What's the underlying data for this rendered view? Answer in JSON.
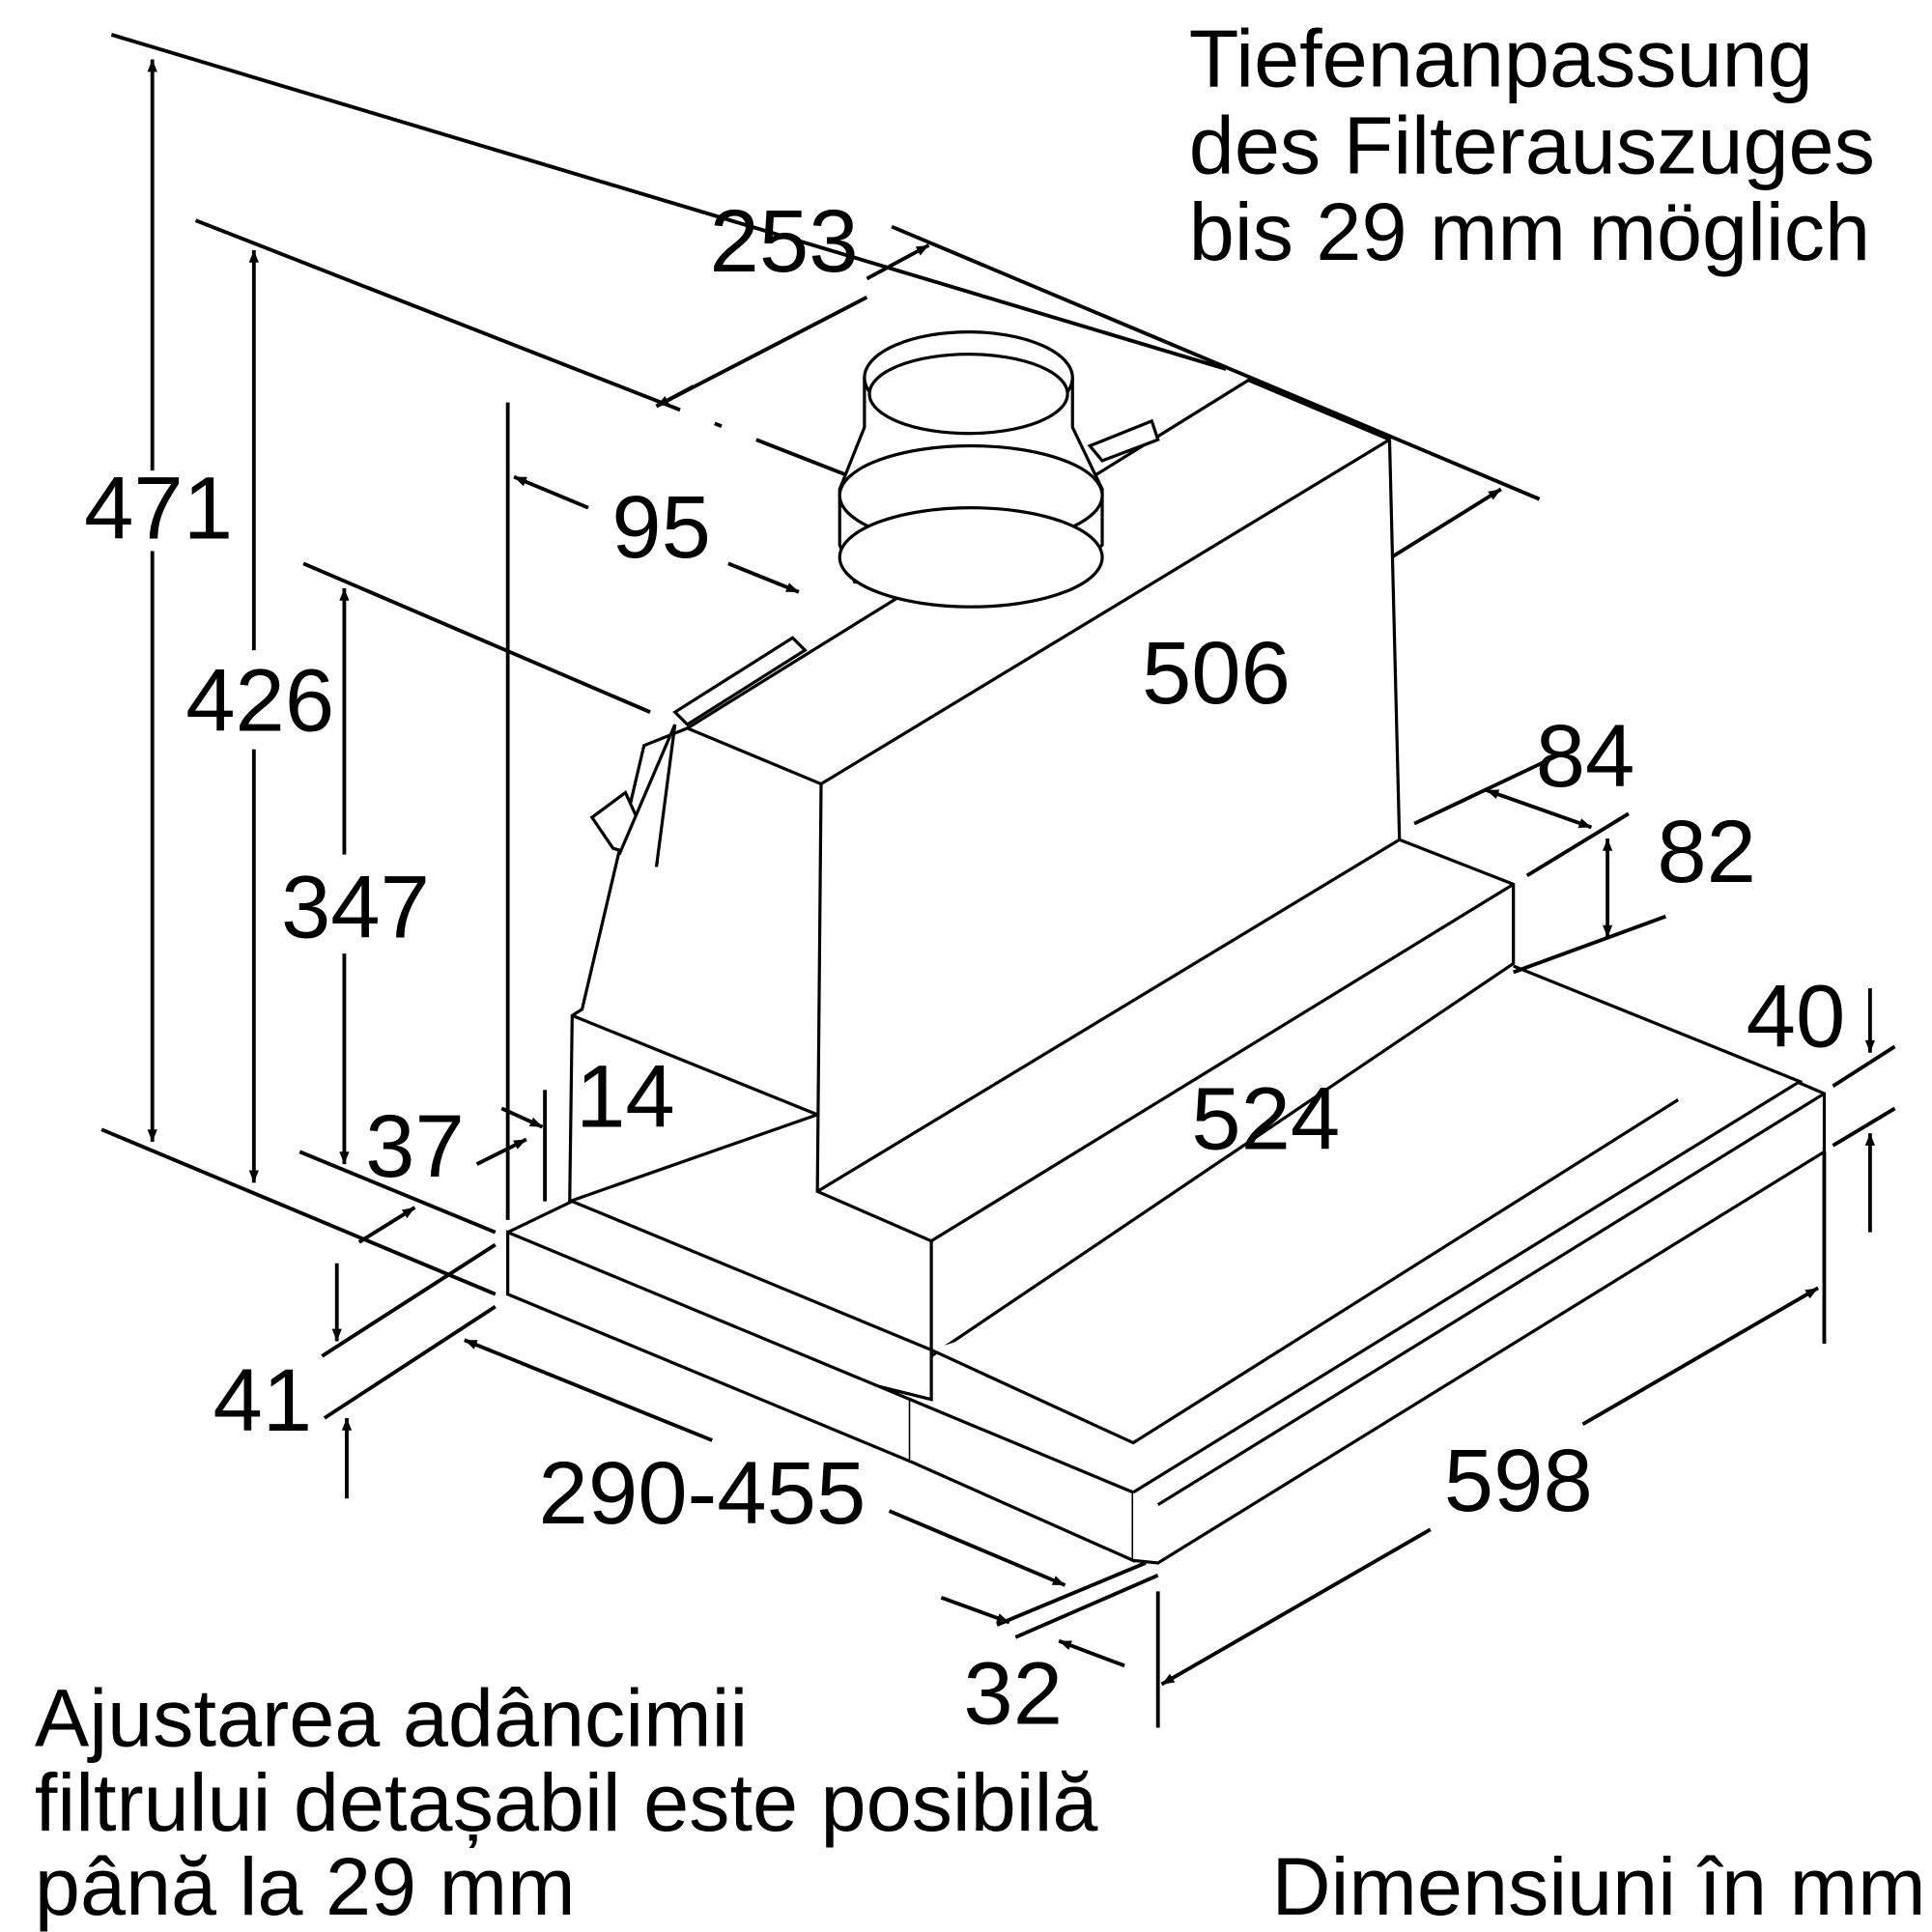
{
  "dimensions": {
    "d471": "471",
    "d426": "426",
    "d347": "347",
    "d253": "253",
    "d95": "95",
    "d506": "506",
    "d84": "84",
    "d82": "82",
    "d40": "40",
    "d14": "14",
    "d37": "37",
    "d524": "524",
    "d41": "41",
    "d290_455": "290-455",
    "d598": "598",
    "d32": "32"
  },
  "notes": {
    "de": [
      "Tiefenanpassung",
      "des Filterauszuges",
      "bis 29 mm möglich"
    ],
    "ro": [
      "Ajustarea adâncimii",
      "filtrului detașabil este posibilă",
      "până la 29 mm"
    ]
  },
  "units_label": "Dimensiuni în mm"
}
